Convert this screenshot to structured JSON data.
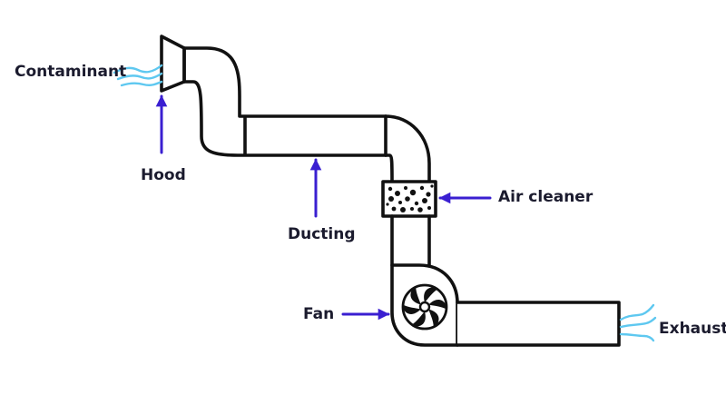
{
  "labels": {
    "contaminant": "Contaminant",
    "hood": "Hood",
    "ducting": "Ducting",
    "air_cleaner": "Air cleaner",
    "fan": "Fan",
    "exhaust": "Exhaust"
  },
  "colors": {
    "outline": "#111111",
    "arrow": "#3a1fd1",
    "air_stream": "#5ec8f0",
    "label": "#1b1b2e",
    "background": "#ffffff"
  },
  "icons": [
    "air-stream-icon",
    "filter-media-icon",
    "fan-blade-icon",
    "pointer-arrow-icon"
  ]
}
